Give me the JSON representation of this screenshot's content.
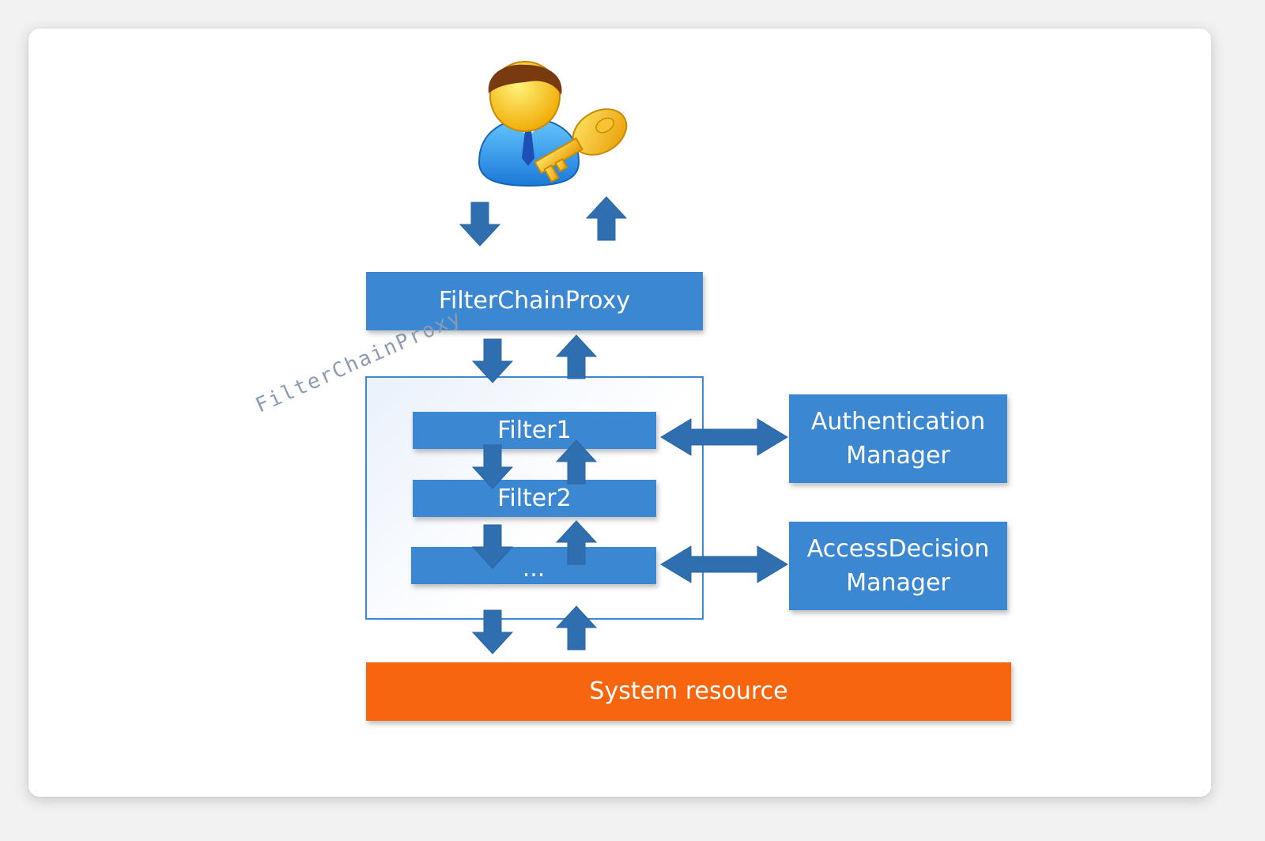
{
  "nodes": {
    "filter_chain_proxy": "FilterChainProxy",
    "filter1": "Filter1",
    "filter2": "Filter2",
    "filter_more": "...",
    "authentication_manager": "Authentication\nManager",
    "access_decision_manager": "AccessDecision\nManager",
    "system_resource": "System resource"
  },
  "watermark": "FilterChainProxy",
  "icons": {
    "user": "user-with-key-icon"
  },
  "colors": {
    "box": "#3c87d1",
    "arrow": "#2f6fb0",
    "resource": "#f7660f",
    "text": "#ffffff"
  }
}
